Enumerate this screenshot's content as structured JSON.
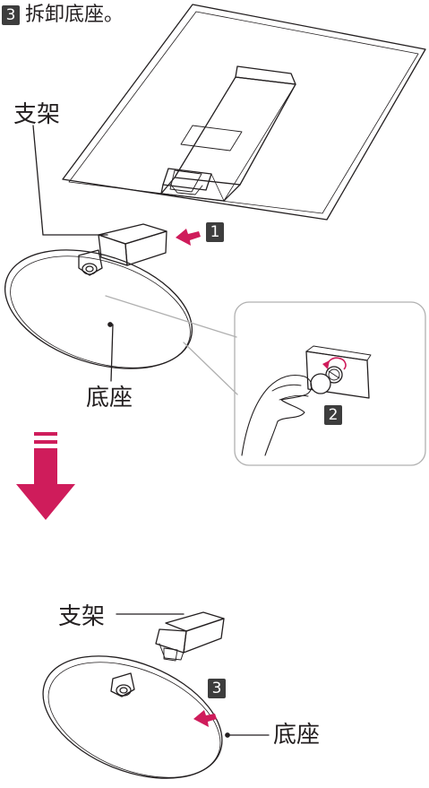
{
  "heading": {
    "step": "3",
    "text": "拆卸底座。"
  },
  "labels": {
    "stand_top": "支架",
    "base_top": "底座",
    "stand_bottom": "支架",
    "base_bottom": "底座"
  },
  "steps": {
    "one": "1",
    "two": "2",
    "three": "3"
  },
  "colors": {
    "accent": "#cf1c5b",
    "step_box": "#3d3d3d",
    "line": "#231f20"
  },
  "icons": [
    "arrow-down-icon",
    "arrow-left-icon"
  ]
}
